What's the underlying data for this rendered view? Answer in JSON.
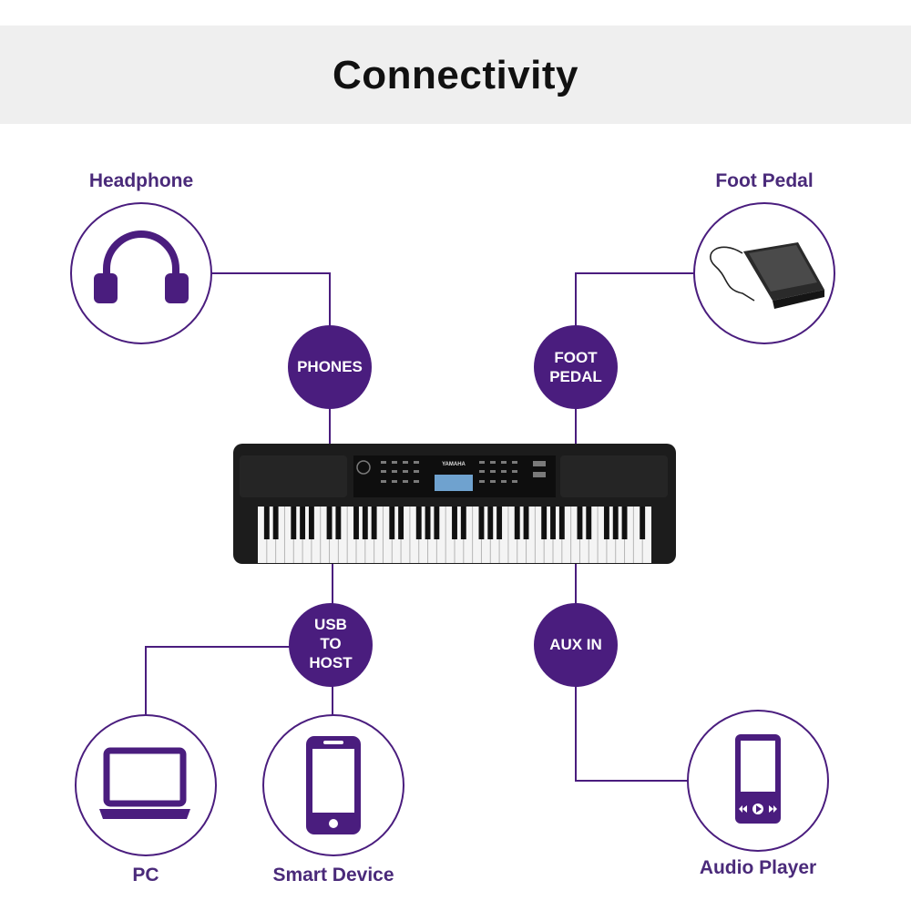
{
  "header": {
    "title": "Connectivity"
  },
  "devices": {
    "headphone": "Headphone",
    "foot_pedal": "Foot Pedal",
    "pc": "PC",
    "smart_device": "Smart Device",
    "audio_player": "Audio Player"
  },
  "ports": {
    "phones": "PHONES",
    "foot_pedal": "FOOT\nPEDAL",
    "usb_to_host": "USB\nTO\nHOST",
    "aux_in": "AUX IN"
  },
  "keyboard": {
    "brand": "YAMAHA"
  },
  "colors": {
    "accent": "#4a1d7e",
    "label": "#4a2a7a",
    "header_bg": "#efefef",
    "keyboard_body": "#1c1c1c"
  }
}
